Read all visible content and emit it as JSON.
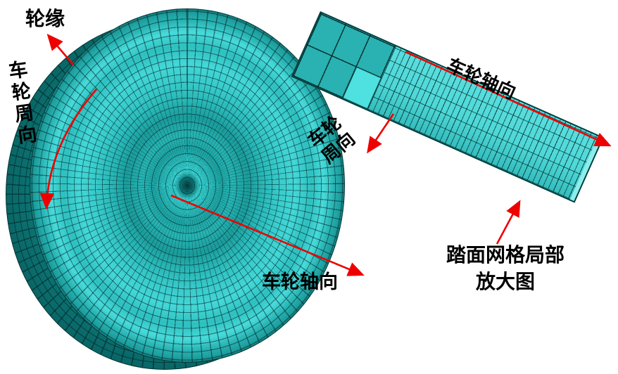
{
  "figure": {
    "labels": {
      "flange": "轮缘",
      "circumferential": "车轮周向",
      "axial": "车轮轴向",
      "strip_axial": "车轮轴向",
      "strip_circ_line1": "车轮",
      "strip_circ_line2": "周向",
      "caption_line1": "踏面网格局部",
      "caption_line2": "放大图"
    },
    "colors": {
      "mesh_teal": "#2fc1c1",
      "mesh_dark": "#0f8686",
      "strip_highlight": "#4fe0e0",
      "arrow_red": "#ee0000",
      "text_black": "#000000"
    }
  }
}
